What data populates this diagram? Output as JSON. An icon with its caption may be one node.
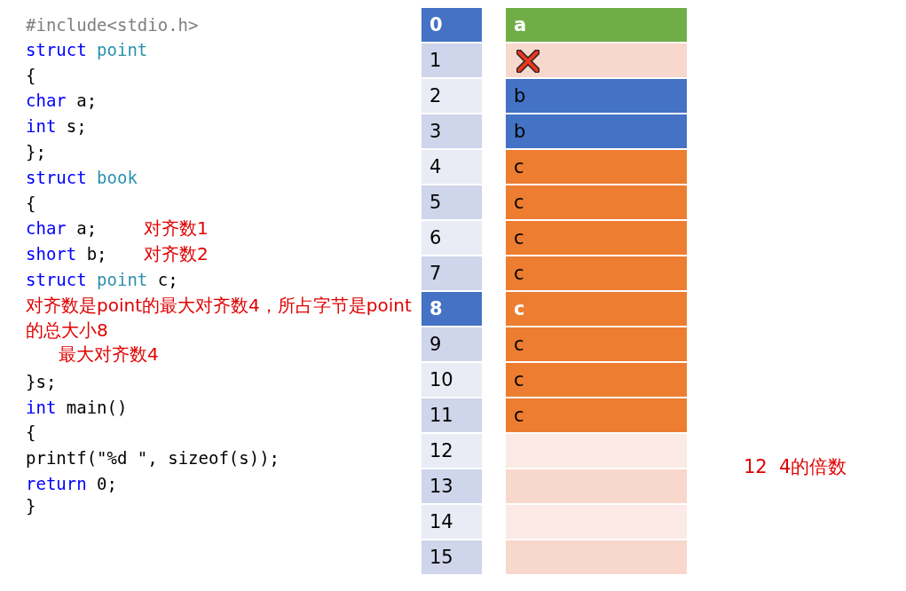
{
  "diagram": {
    "labels": [
      "#include<stdio.h>",
      "struct point",
      "{",
      "char a;",
      "int s;",
      "};",
      "struct book",
      "{",
      "char a;",
      "对齐数1",
      "short b;",
      "对齐数2",
      "struct point c;",
      "对齐数是point的最大对齐数4，所占字节是point的总大小8",
      "最大对齐数4",
      "}s;",
      "int main()",
      "{",
      "printf(\"%d \", sizeof(s));",
      "return 0;",
      "}",
      "0",
      "1",
      "2",
      "3",
      "4",
      "5",
      "6",
      "7",
      "8",
      "9",
      "10",
      "11",
      "12",
      "13",
      "14",
      "15",
      "a",
      "b",
      "b",
      "c",
      "c",
      "c",
      "c",
      "c",
      "c",
      "c",
      "c",
      "12  4的倍数"
    ]
  }
}
